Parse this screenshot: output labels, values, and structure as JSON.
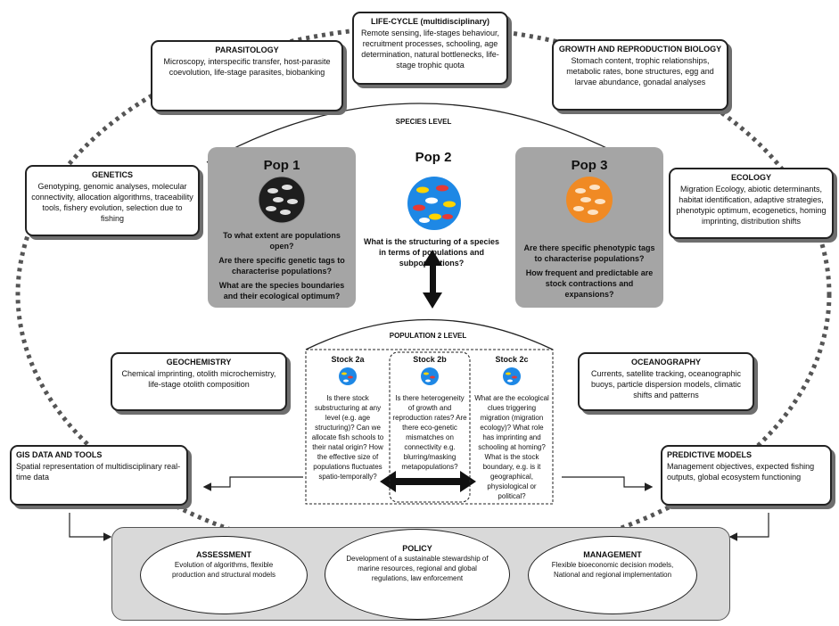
{
  "center": {
    "species_level": "SPECIES LEVEL",
    "population_level": "POPULATION 2 LEVEL"
  },
  "boxes": {
    "parasitology": {
      "title": "PARASITOLOGY",
      "body": "Microscopy, interspecific transfer, host-parasite coevolution, life-stage parasites, biobanking"
    },
    "lifecycle": {
      "title": "LIFE-CYCLE (multidisciplinary)",
      "body": "Remote sensing, life-stages behaviour, recruitment processes, schooling, age determination, natural bottlenecks, life-stage trophic quota"
    },
    "growth": {
      "title": "GROWTH AND REPRODUCTION BIOLOGY",
      "body": "Stomach content, trophic relationships, metabolic rates, bone structures, egg and larvae abundance, gonadal analyses"
    },
    "genetics": {
      "title": "GENETICS",
      "body": "Genotyping, genomic analyses, molecular connectivity, allocation algorithms, traceability tools, fishery evolution, selection due to fishing"
    },
    "ecology": {
      "title": "ECOLOGY",
      "body": "Migration Ecology, abiotic determinants, habitat identification, adaptive strategies, phenotypic optimum, ecogenetics, homing imprinting, distribution shifts"
    },
    "geochemistry": {
      "title": "GEOCHEMISTRY",
      "body": "Chemical imprinting, otolith microchemistry, life-stage otolith composition"
    },
    "oceanography": {
      "title": "OCEANOGRAPHY",
      "body": "Currents, satellite tracking, oceanographic buoys, particle dispersion models, climatic shifts and patterns"
    },
    "gis": {
      "title": "GIS DATA AND TOOLS",
      "body": "Spatial representation of multidisciplinary real-time data"
    },
    "predictive": {
      "title": "PREDICTIVE MODELS",
      "body": "Management objectives, expected fishing outputs, global ecosystem functioning"
    }
  },
  "pops": {
    "pop1": {
      "name": "Pop 1",
      "q1": "To what extent are populations open?",
      "q2": "Are there specific genetic tags to characterise populations?",
      "q3": "What are the species boundaries and their ecological optimum?"
    },
    "pop2": {
      "name": "Pop 2",
      "q1": "What is the structuring of a species in terms of populations and subpopulations?"
    },
    "pop3": {
      "name": "Pop 3",
      "q1": "Are there specific phenotypic tags to characterise populations?",
      "q2": "How frequent and predictable are stock contractions and expansions?"
    }
  },
  "stocks": {
    "s2a": {
      "name": "Stock 2a",
      "q": "Is there stock substructuring at any level (e.g. age structuring)? Can we allocate fish schools to their natal origin? How the effective size of populations fluctuates spatio-temporally?"
    },
    "s2b": {
      "name": "Stock 2b",
      "q": "Is there heterogeneity of growth and reproduction rates? Are there eco-genetic mismatches on connectivity e.g. blurring/masking metapopulations?"
    },
    "s2c": {
      "name": "Stock 2c",
      "q": "What are the ecological clues triggering migration (migration ecology)? What role has imprinting and schooling at homing? What is the stock boundary, e.g. is it geographical, physiological or political?"
    }
  },
  "bottom": {
    "assessment": {
      "title": "ASSESSMENT",
      "body": "Evolution of algorithms, flexible production and structural models"
    },
    "policy": {
      "title": "POLICY",
      "body": "Development of a sustainable stewardship of marine resources, regional and global regulations, law enforcement"
    },
    "management": {
      "title": "MANAGEMENT",
      "body": "Flexible bioeconomic decision models, National and regional implementation"
    }
  },
  "colors": {
    "pop_bg": "#a5a5a5",
    "bottom_bg": "#d9d9d9",
    "pop1_circle": "#222222",
    "pop2_circle": "#1e88e5",
    "pop3_circle": "#f08a24"
  }
}
